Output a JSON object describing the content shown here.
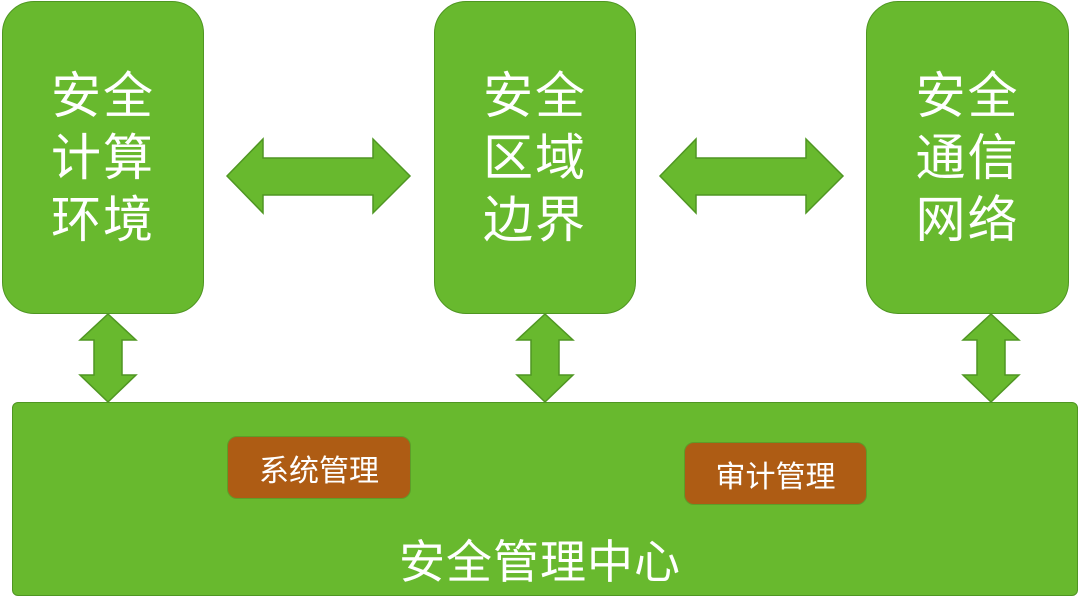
{
  "diagram": {
    "top_boxes": [
      {
        "id": "computing-environment",
        "label": "安全计算环境"
      },
      {
        "id": "area-boundary",
        "label": "安全区域边界"
      },
      {
        "id": "communication-network",
        "label": "安全通信网络"
      }
    ],
    "center": {
      "title": "安全管理中心",
      "modules": [
        {
          "label": "系统管理"
        },
        {
          "label": "审计管理"
        }
      ]
    },
    "connections": [
      {
        "from": "安全计算环境",
        "to": "安全区域边界",
        "type": "bidirectional"
      },
      {
        "from": "安全区域边界",
        "to": "安全通信网络",
        "type": "bidirectional"
      },
      {
        "from": "安全计算环境",
        "to": "安全管理中心",
        "type": "bidirectional"
      },
      {
        "from": "安全区域边界",
        "to": "安全管理中心",
        "type": "bidirectional"
      },
      {
        "from": "安全通信网络",
        "to": "安全管理中心",
        "type": "bidirectional"
      }
    ],
    "colors": {
      "node_fill": "#68b92e",
      "node_border": "#4f9622",
      "module_fill": "#ae5c14",
      "text": "#ffffff"
    }
  }
}
